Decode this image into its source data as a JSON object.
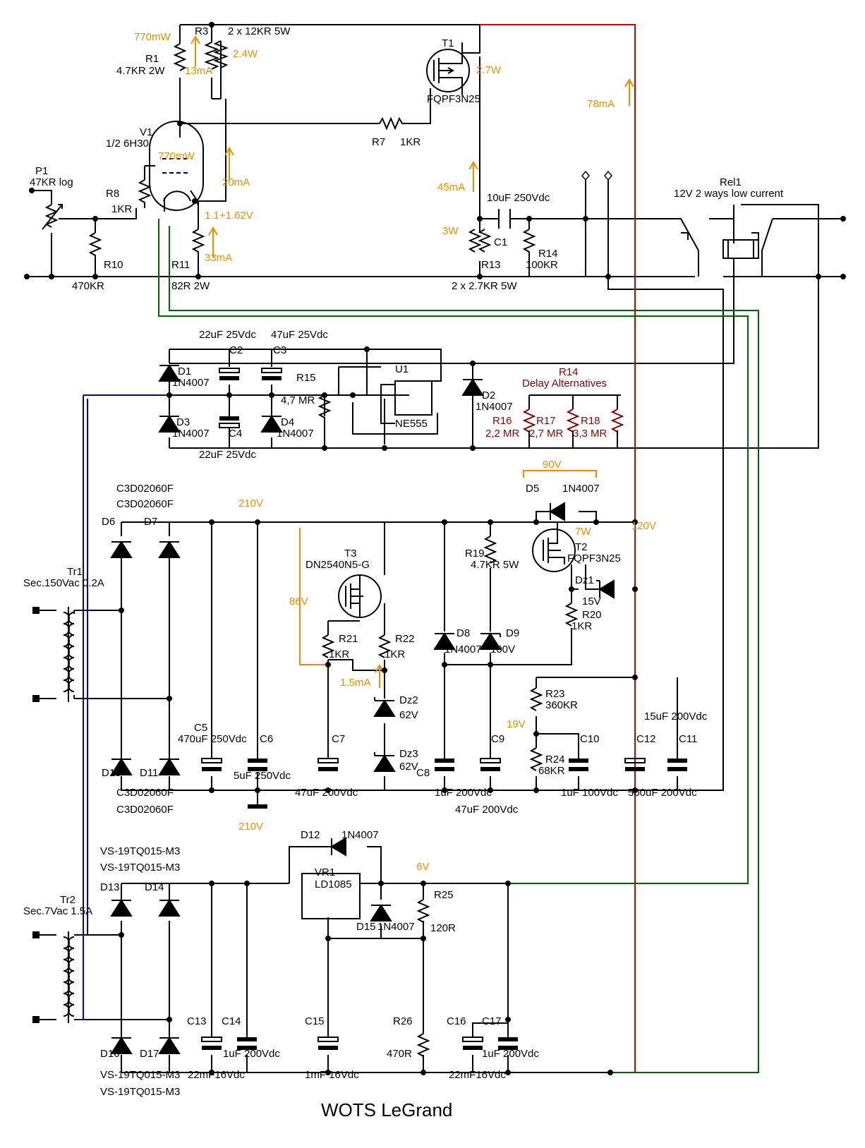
{
  "title": "WOTS LeGrand",
  "colors": {
    "wire": "#000000",
    "power": "#cc0000",
    "heater": "#006400",
    "bias": "#0000cc",
    "annotation": "#f08c00",
    "alternatives": "#8b0000"
  },
  "labels": {
    "r1_power": "770mW",
    "r3": "R3",
    "r3_desc": "2 x 12KR 5W",
    "r3_power": "2.4W",
    "r1": "R1",
    "r1_desc": "4.7KR 2W",
    "r1_current": "13mA",
    "t1": "T1",
    "t1_type": "FQPF3N25",
    "t1_power": "2.7W",
    "current_78": "78mA",
    "v1": "V1",
    "v1_desc": "1/2 6H30",
    "v1_power": "770mW",
    "r7": "R7",
    "r7_val": "1KR",
    "p1": "P1",
    "p1_desc": "47KR log",
    "r8": "R8",
    "r8_val": "1KR",
    "current_20": "20mA",
    "current_45": "45mA",
    "c1_desc": "10uF 250Vdc",
    "rel1": "Rel1",
    "rel1_desc": "12V 2 ways low current",
    "v_k": "1.1+1.62V",
    "w3": "3W",
    "c1": "C1",
    "r14": "R14",
    "r14_val": "100KR",
    "r10": "R10",
    "r10_val": "470KR",
    "r11": "R11",
    "r11_val": "82R 2W",
    "current_33": "33mA",
    "r13": "R13",
    "r13_desc": "2 x 2.7KR 5W",
    "c2_desc": "22uF 25Vdc",
    "c3_desc": "47uF 25Vdc",
    "c2": "C2",
    "c3": "C3",
    "d1": "D1",
    "d1_type": "1N4007",
    "r15": "R15",
    "r15_val": "4,7 MR",
    "u1": "U1",
    "u1_type": "NE555",
    "d2": "D2",
    "d2_type": "1N4007",
    "delay_r14": "R14",
    "delay_title": "Delay Alternatives",
    "d3": "D3",
    "d3_type": "1N4007",
    "c4": "C4",
    "d4": "D4",
    "d4_type": "1N4007",
    "r16": "R16",
    "r17": "R17",
    "r18": "R18",
    "r16_val": "2,2 MR",
    "r17_val": "2,7 MR",
    "r18_val": "3,3 MR",
    "c4_desc": "22uF 25Vdc",
    "c3d_a": "C3D02060F",
    "c3d_b": "C3D02060F",
    "v90": "90V",
    "d5": "D5",
    "d5_type": "1N4007",
    "d6": "D6",
    "d7": "D7",
    "v210": "210V",
    "w7": "7W",
    "v120": "120V",
    "t2": "T2",
    "t2_type": "FQPF3N25",
    "r19": "R19",
    "r19_val": "4.7KR 5W",
    "t3": "T3",
    "t3_type": "DN2540N5-G",
    "tr1": "Tr1",
    "tr1_desc": "Sec.150Vac 0.2A",
    "v86": "86V",
    "dz1": "Dz1",
    "dz1_val": "15V",
    "r20": "R20",
    "r20_val": "1KR",
    "r21": "R21",
    "r21_val": "1KR",
    "r22": "R22",
    "r22_val": "1KR",
    "d8": "D8",
    "d8_type": "1N4007",
    "d9": "D9",
    "d9_val": "100V",
    "current_15": "1.5mA",
    "r23": "R23",
    "r23_val": "360KR",
    "dz2": "Dz2",
    "dz2_val": "62V",
    "v19": "19V",
    "c11_desc": "15uF 200Vdc",
    "c5": "C5",
    "c5_desc": "470uF 250Vdc",
    "c6": "C6",
    "c7": "C7",
    "c9": "C9",
    "c10": "C10",
    "c12": "C12",
    "c11": "C11",
    "dz3": "Dz3",
    "dz3_val": "62V",
    "r24": "R24",
    "r24_val": "68KR",
    "d10": "D10",
    "d11": "D11",
    "c6_desc": "5uF 250Vdc",
    "c8": "C8",
    "c7_desc": "47uF 200Vdc",
    "c8_desc": "1uF 200Vdc",
    "c10_desc": "1uF 100Vdc",
    "c12_desc": "560uF 200Vdc",
    "c3d_c": "C3D02060F",
    "c3d_d": "C3D02060F",
    "c9_desc": "47uF 200Vdc",
    "v210b": "210V",
    "d12": "D12",
    "d12_type": "1N4007",
    "vs_a": "VS-19TQ015-M3",
    "vs_b": "VS-19TQ015-M3",
    "vr1": "VR1",
    "vr1_type": "LD1085",
    "v6": "6V",
    "r25": "R25",
    "r25_val": "120R",
    "d13": "D13",
    "d14": "D14",
    "tr2": "Tr2",
    "tr2_desc": "Sec.7Vac 1.5A",
    "d15": "D15",
    "d15_type": "1N4007",
    "c13": "C13",
    "c14": "C14",
    "c15": "C15",
    "r26": "R26",
    "c16": "C16",
    "c17": "C17",
    "d16": "D16",
    "d17": "D17",
    "c14_desc": "1uF 200Vdc",
    "r26_val": "470R",
    "c17_desc": "1uF 200Vdc",
    "vs_c": "VS-19TQ015-M3",
    "c13_desc": "22mF16Vdc",
    "c15_desc": "1mF 16Vdc",
    "c16_desc": "22mF16Vdc",
    "vs_d": "VS-19TQ015-M3"
  }
}
